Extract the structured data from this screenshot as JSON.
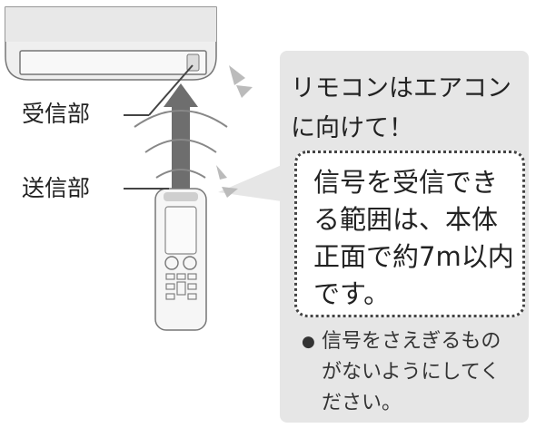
{
  "labels": {
    "receiver": "受信部",
    "transmitter": "送信部"
  },
  "callout": {
    "title": "リモコンはエアコン\nに向けて！",
    "range_text": "信号を受信でき\nる範囲は、本体\n正面で約7m以内\nです。",
    "note_bullet": "●",
    "note_text": "信号をさえぎるもの\nがないようにしてく\nださい。"
  },
  "colors": {
    "panel": "#e6e6e6",
    "arrow": "#6e6e6e",
    "outline": "#444444"
  }
}
